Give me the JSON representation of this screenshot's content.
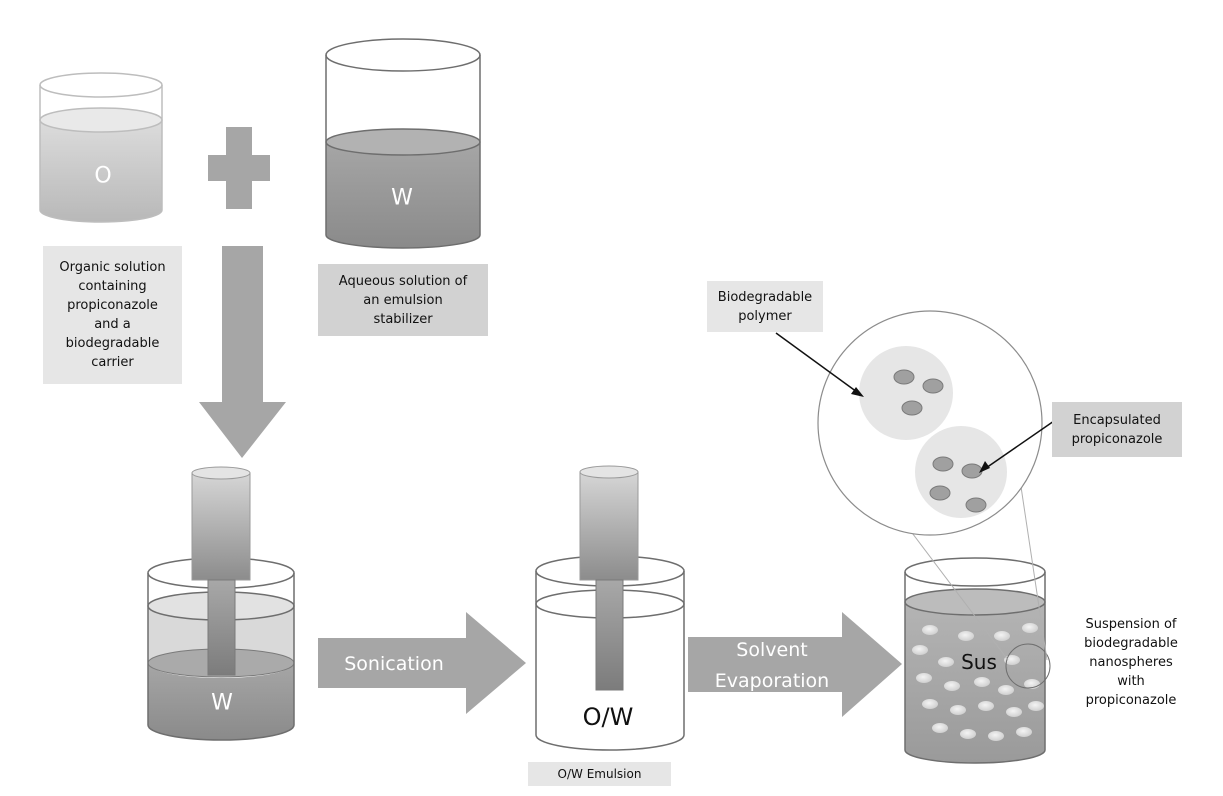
{
  "phase_labels": {
    "organic": "O",
    "aqueous": "W",
    "sonication_phase": "W",
    "emulsion": "O/W",
    "suspension": "Sus"
  },
  "arrow_labels": {
    "sonication": "Sonication",
    "evaporation_line1": "Solvent",
    "evaporation_line2": "Evaporation"
  },
  "captions": {
    "organic_solution": [
      "Organic solution",
      "containing",
      "propiconazole",
      "and a",
      "biodegradable",
      "carrier"
    ],
    "aqueous_solution": [
      "Aqueous solution of",
      "an  emulsion",
      "stabilizer"
    ],
    "emulsion": "O/W Emulsion",
    "polymer": [
      "Biodegradable",
      "polymer"
    ],
    "encapsulated": [
      "Encapsulated",
      "propiconazole"
    ],
    "suspension": [
      "Suspension of",
      "biodegradable",
      "nanospheres",
      "with",
      "propiconazole"
    ]
  },
  "colors": {
    "arrow": "#a6a6a6",
    "container_outline": "#8c8c8c",
    "dark_liquid": "#9e9e9e",
    "light_liquid": "#d6d6d6",
    "particle": "#a0a0a0",
    "nanosphere": "#e6e6e6"
  }
}
